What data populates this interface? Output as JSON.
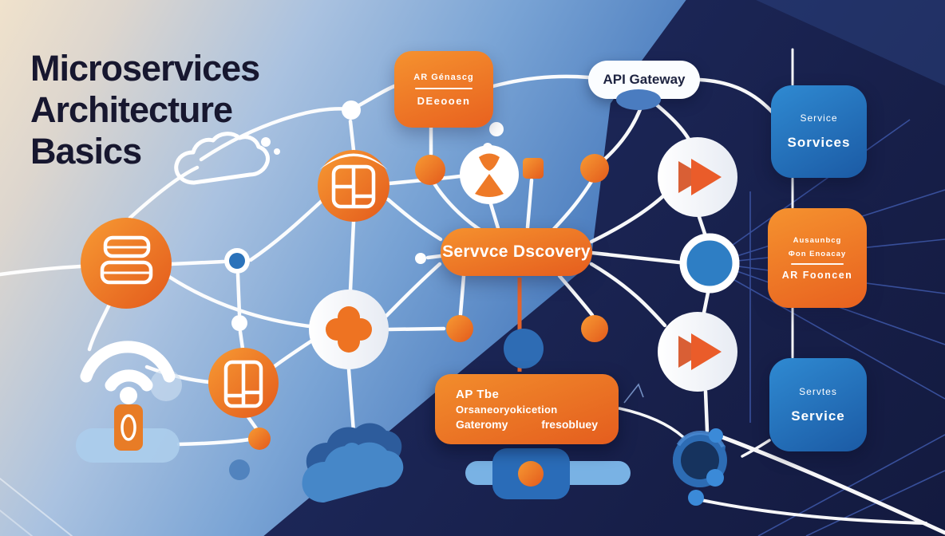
{
  "title": {
    "lines": [
      "Microservices",
      "Architecture",
      "Basics"
    ]
  },
  "nodes": {
    "discovery_box": {
      "line1": "AR Génascg",
      "line2": "DEeooen"
    },
    "api_gateway_pill": {
      "label": "API Gateway"
    },
    "service_discovery_pill": {
      "label": "Servvce Dscovery"
    },
    "orchestration_box": {
      "line1": "AP Tbe",
      "line2": "Orsaneoryokicetion",
      "line3a": "Gateromy",
      "line3b": "fresobluey"
    },
    "service_box_top": {
      "small": "Service",
      "big": "Sorvices"
    },
    "api_features_box": {
      "line1": "Ausaunbcg",
      "line2": "Фon Enoacay",
      "line3": "AR Fooncen"
    },
    "service_box_bottom": {
      "small": "Servtes",
      "big": "Service"
    }
  },
  "icons": {
    "database-icon": "stacked-rounded-bars",
    "module-grid-icon": "rounded-grid",
    "window-icon": "split-window",
    "plus-icon": "clover-plus",
    "fast-forward-icon": "double-arrow-right",
    "hourglass-icon": "hourglass-figure",
    "wifi-icon": "signal-arcs",
    "cloud-icon": "cloud-outline",
    "cloud-stack-icon": "layered-clouds",
    "toggle-slider-icon": "pill-slider",
    "gear-icon": "knob-dial",
    "ring-node-icon": "ringed-circle"
  },
  "colors": {
    "accent_orange": "#e8611f",
    "accent_orange_light": "#f6932f",
    "primary_blue": "#2a72be",
    "navy": "#1c2553",
    "cream": "#eedfc9",
    "white": "#ffffff"
  }
}
